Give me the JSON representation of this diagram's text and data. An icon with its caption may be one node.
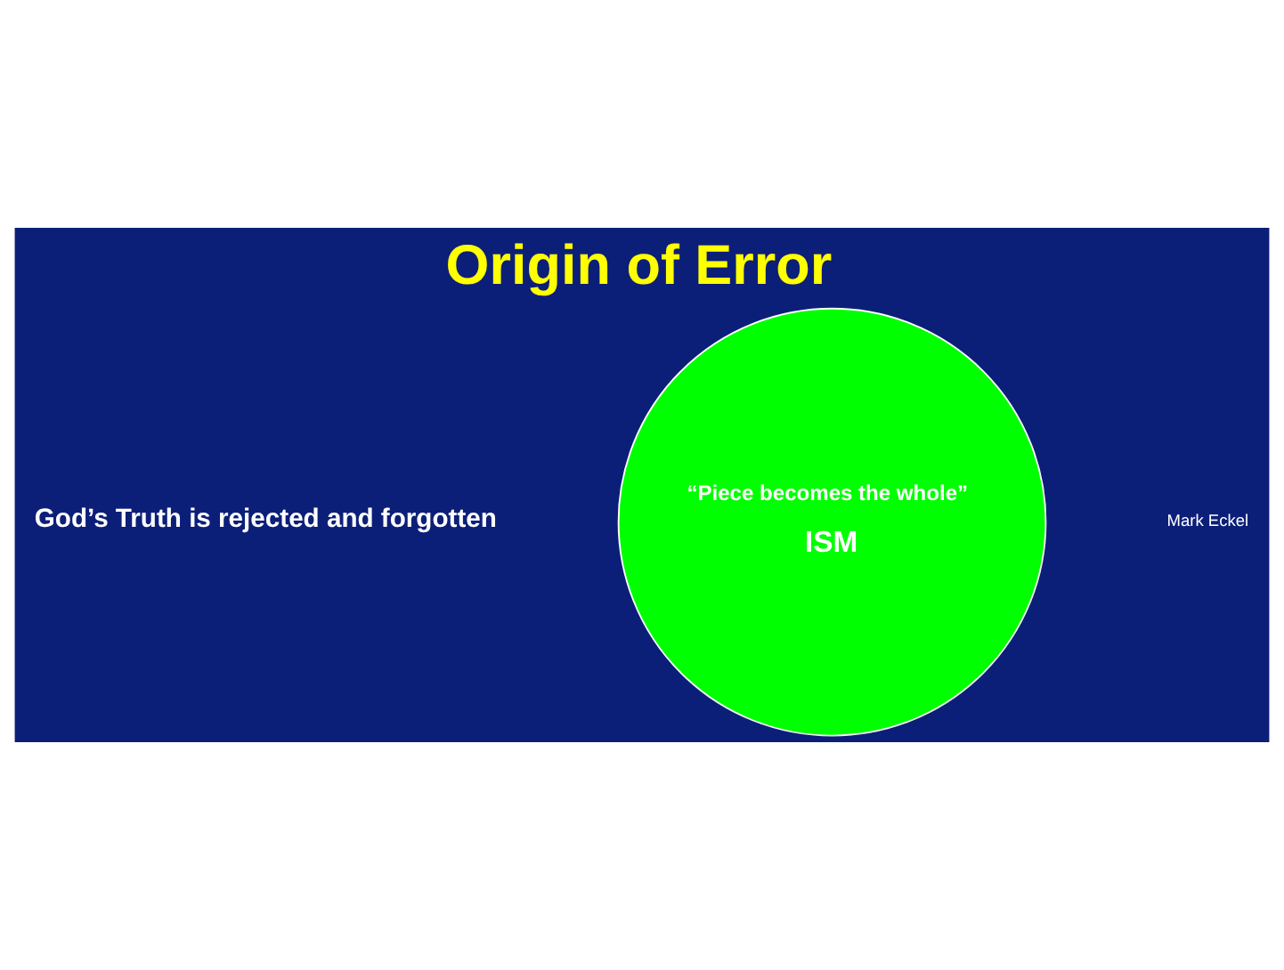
{
  "diagram": {
    "title": "Origin of Error",
    "nodes": [
      {
        "text": [
          "“Piece becomes the whole”",
          "ISM"
        ]
      }
    ],
    "labels": [
      "God’s Truth is rejected and forgotten",
      "Mark Eckel"
    ]
  }
}
